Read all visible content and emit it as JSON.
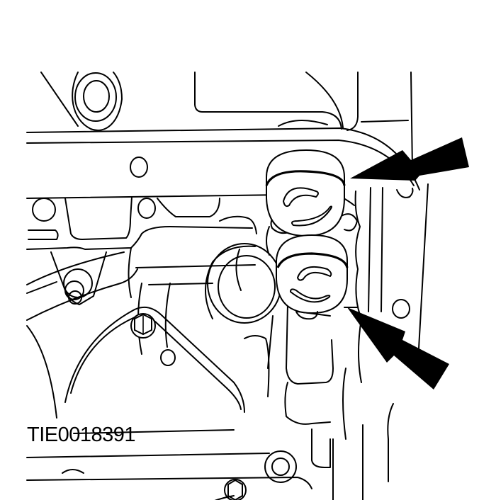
{
  "figure": {
    "label": "TIE0018391",
    "description": "Line drawing of transmission valve body area with two cylindrical components indicated by arrows",
    "colors": {
      "line": "#000000",
      "background": "#ffffff"
    },
    "callouts": [
      {
        "name": "upper-arrow",
        "target": "upper-cylinder"
      },
      {
        "name": "lower-arrow",
        "target": "lower-cylinder"
      }
    ]
  }
}
